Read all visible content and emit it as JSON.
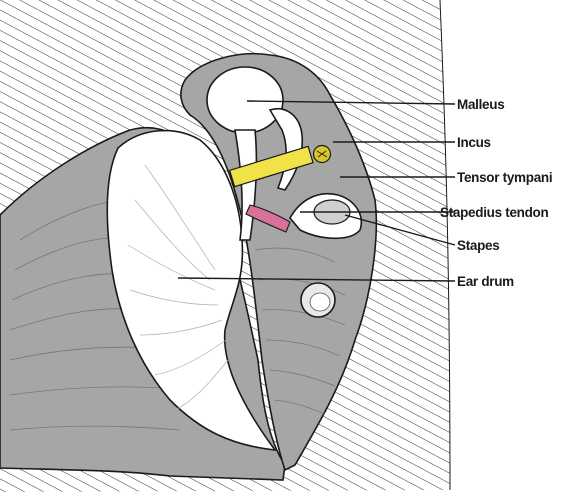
{
  "labels": {
    "malleus": "Malleus",
    "incus": "Incus",
    "tensor_tympani": "Tensor tympani",
    "stapedius_tendon": "Stapedius tendon",
    "stapes": "Stapes",
    "ear_drum": "Ear drum"
  },
  "colors": {
    "tissue": "#a6a6a6",
    "tissue_dark": "#8f8f8f",
    "bone_white": "#ffffff",
    "tensor_tympani": "#f2e24a",
    "stapedius_tendon": "#d9709a",
    "nerve_yellow": "#d8c62c",
    "line": "#1a1a1a"
  },
  "icons": [
    "hatched-bone-background"
  ]
}
